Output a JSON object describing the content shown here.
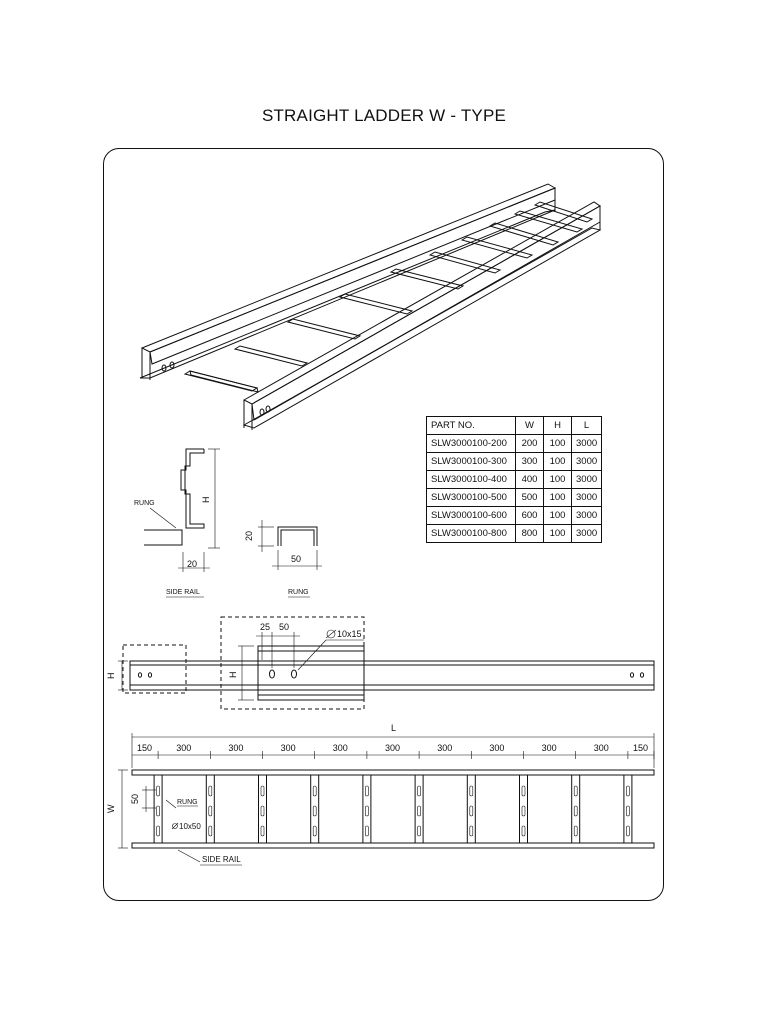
{
  "title": "STRAIGHT LADDER W - TYPE",
  "table": {
    "headers": [
      "PART NO.",
      "W",
      "H",
      "L"
    ],
    "rows": [
      [
        "SLW3000100-200",
        "200",
        "100",
        "3000"
      ],
      [
        "SLW3000100-300",
        "300",
        "100",
        "3000"
      ],
      [
        "SLW3000100-400",
        "400",
        "100",
        "3000"
      ],
      [
        "SLW3000100-500",
        "500",
        "100",
        "3000"
      ],
      [
        "SLW3000100-600",
        "600",
        "100",
        "3000"
      ],
      [
        "SLW3000100-800",
        "800",
        "100",
        "3000"
      ]
    ]
  },
  "section": {
    "rung_callout": "RUNG",
    "h_label": "H",
    "dim_20_bottom": "20",
    "caption_side_rail": "SIDE RAIL",
    "rung_dim_height": "20",
    "rung_dim_width": "50",
    "caption_rung": "RUNG"
  },
  "side_view": {
    "h_label_left": "H",
    "h_label_detail": "H",
    "dim_25": "25",
    "dim_50": "50",
    "hole_callout": "10x15"
  },
  "plan_view": {
    "l_label": "L",
    "spacings": [
      "150",
      "300",
      "300",
      "300",
      "300",
      "300",
      "300",
      "300",
      "300",
      "300",
      "150"
    ],
    "w_label": "W",
    "dim_50": "50",
    "rung_callout": "RUNG",
    "slot_callout": "10x50",
    "side_rail_callout": "SIDE RAIL"
  }
}
